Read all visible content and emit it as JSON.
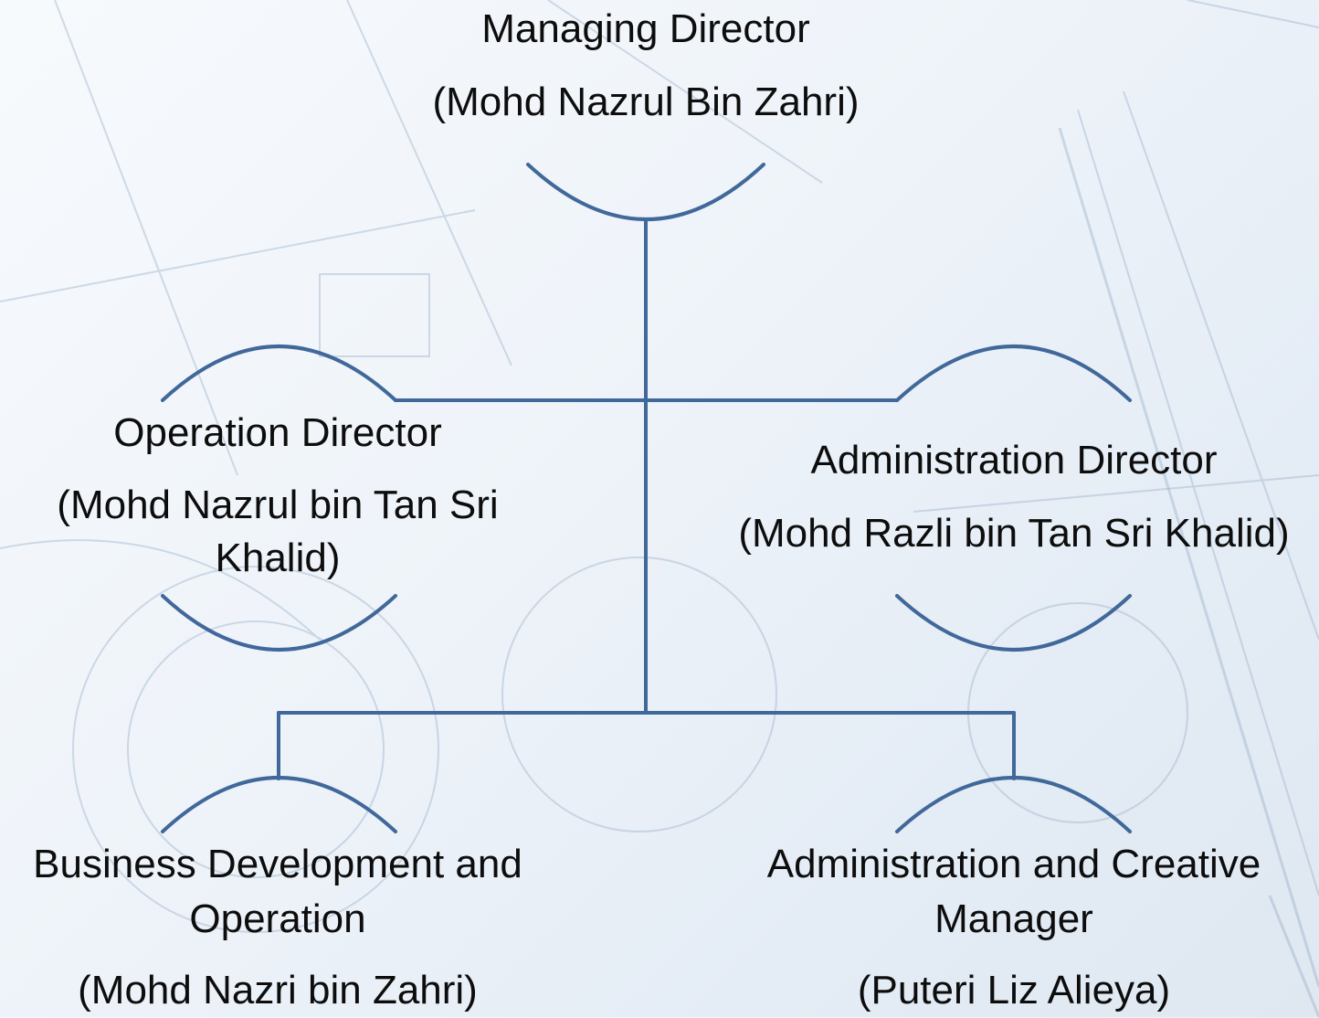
{
  "colors": {
    "connector": "#41689a",
    "text": "#0d0d0d",
    "background": "#eef3f9",
    "sketch": "#9fb4cc"
  },
  "nodes": {
    "managing_director": {
      "title": "Managing Director",
      "person": "(Mohd Nazrul Bin Zahri)"
    },
    "operation_director": {
      "title": "Operation Director",
      "person": "(Mohd Nazrul bin Tan Sri Khalid)"
    },
    "administration_director": {
      "title": "Administration Director",
      "person": "(Mohd Razli bin Tan Sri Khalid)"
    },
    "business_development": {
      "title": "Business Development and Operation",
      "person": "(Mohd Nazri bin Zahri)"
    },
    "admin_creative_manager": {
      "title": "Administration and Creative Manager",
      "person": "(Puteri Liz Alieya)"
    }
  }
}
